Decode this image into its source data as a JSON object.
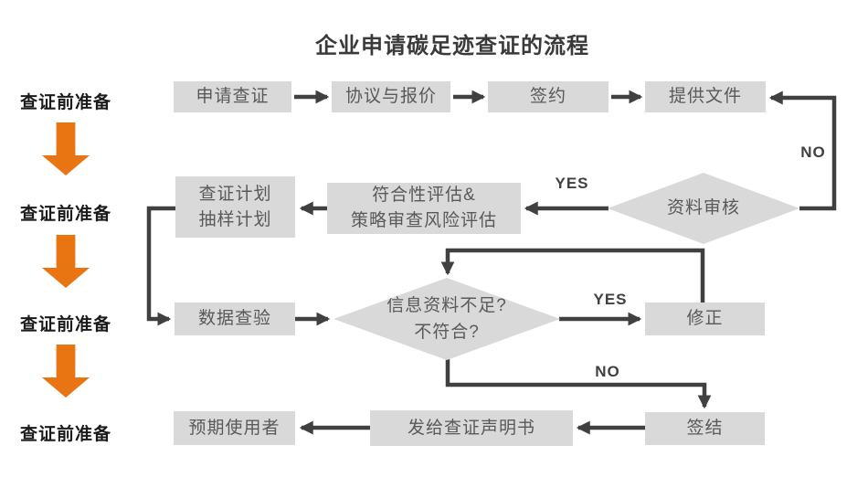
{
  "title": "企业申请碳足迹查证的流程",
  "colors": {
    "box_fill": "#d9d9d9",
    "box_text": "#595959",
    "connector": "#404040",
    "accent_orange": "#e87511",
    "label_text": "#1b1b1b"
  },
  "left_rail": {
    "stage1": "查证前准备",
    "stage2": "查证前准备",
    "stage3": "查证前准备",
    "stage4": "查证前准备"
  },
  "nodes": {
    "apply": {
      "label": "申请查证"
    },
    "agreement": {
      "label": "协议与报价"
    },
    "sign": {
      "label": "签约"
    },
    "provide_docs": {
      "label": "提供文件"
    },
    "review": {
      "label": "资料审核"
    },
    "plan": {
      "line1": "查证计划",
      "line2": "抽样计划"
    },
    "assessment": {
      "line1": "符合性评估&",
      "line2": "策略审查风险评估"
    },
    "data_check": {
      "label": "数据查验"
    },
    "insufficient": {
      "line1": "信息资料不足?",
      "line2": "不符合?"
    },
    "revise": {
      "label": "修正"
    },
    "close": {
      "label": "签结"
    },
    "statement": {
      "label": "发给查证声明书"
    },
    "users": {
      "label": "预期使用者"
    }
  },
  "edge_labels": {
    "no_top": "NO",
    "yes_mid": "YES",
    "yes_low": "YES",
    "no_low": "NO"
  }
}
